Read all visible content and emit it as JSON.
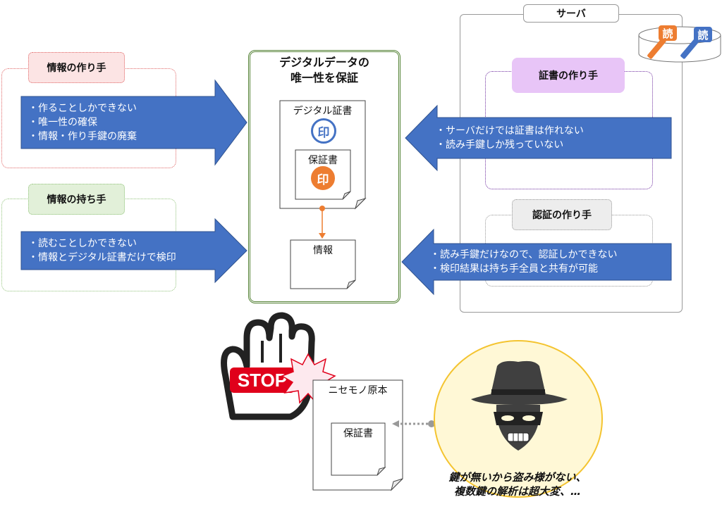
{
  "left": {
    "creator": {
      "label": "情報の作り手",
      "items": [
        "・作ることしかできない",
        "・唯一性の確保",
        "・情報・作り手鍵の廃棄"
      ]
    },
    "holder": {
      "label": "情報の持ち手",
      "items": [
        "・読むことしかできない",
        "・情報とデジタル証書だけで検印"
      ]
    }
  },
  "center": {
    "title_line1": "デジタルデータの",
    "title_line2": "唯一性を保証",
    "digital_cert": "デジタル証書",
    "stamp_char": "印",
    "warranty": "保証書",
    "info": "情報"
  },
  "server": {
    "label": "サーバ",
    "key_char": "読",
    "cert_creator": {
      "label": "証書の作り手",
      "items": [
        "・サーバだけでは証書は作れない",
        "・読み手鍵しか残っていない"
      ]
    },
    "auth_creator": {
      "label": "認証の作り手",
      "items": [
        "・読み手鍵だけなので、認証しかできない",
        "・検印結果は持ち手全員と共有が可能"
      ]
    }
  },
  "bottom": {
    "stop_text": "STOP",
    "fake_title": "ニセモノ原本",
    "fake_inner": "保証書",
    "caption_line1": "鍵が無いから盗み様がない、",
    "caption_line2": "複数鍵の解析は超大変、…"
  },
  "colors": {
    "arrow_blue": "#4472C4",
    "arrow_border": "#2F528F",
    "creator_red": "#F4B6B6",
    "holder_green": "#E2F0D9",
    "center_border": "#548235",
    "cert_purple": "#E8C5F7",
    "stamp_blue": "#4472C4",
    "stamp_orange": "#ED7D31",
    "thief_yellow": "#FFE699",
    "stop_red": "#E0001B"
  },
  "icons": {
    "stop": "stop-hand-icon",
    "thief": "thief-icon",
    "keys": "key-icon",
    "database": "database-icon"
  }
}
